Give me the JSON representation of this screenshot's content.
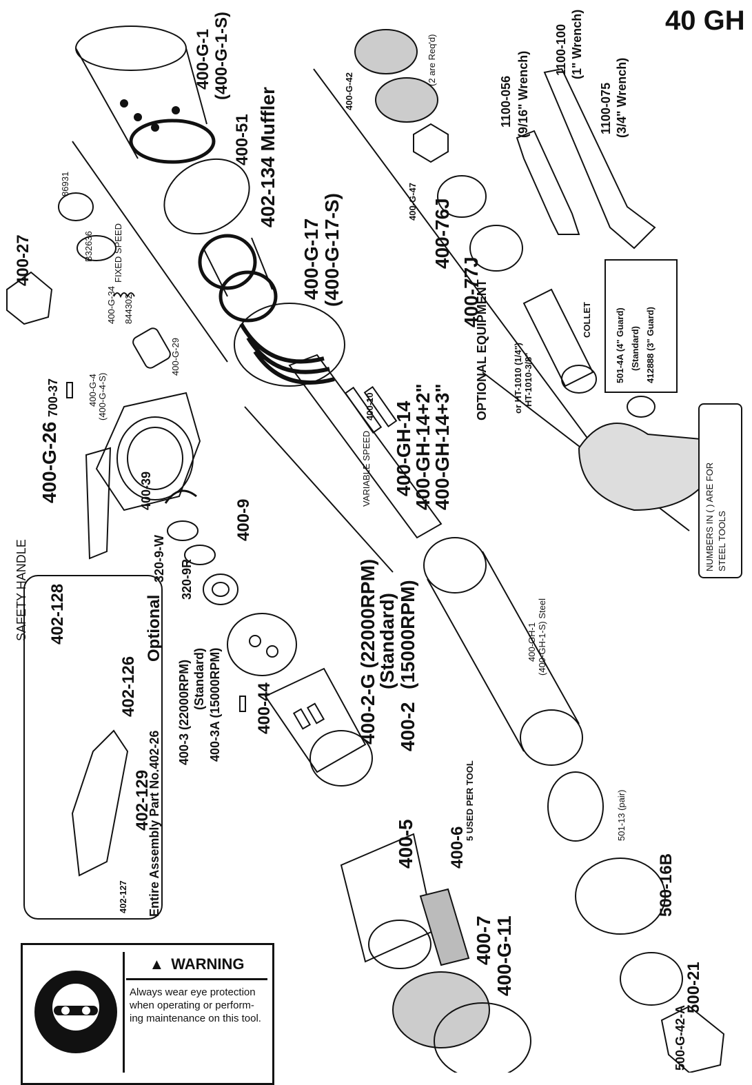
{
  "title": "40 GH",
  "parts": {
    "p400G1": "400-G-1",
    "p400G1S": "(400-G-1-S)",
    "p400_51": "400-51",
    "muffler": "402-134 Muffler",
    "p400G17": "400-G-17",
    "p400G17S": "(400-G-17-S)",
    "p400_27": "400-27",
    "p86931": "86931",
    "pB32636": "B32636",
    "fixed_speed": "FIXED SPEED",
    "p400G34": "400-G-34",
    "p844302": "844302",
    "p400G29": "400-G-29",
    "p400G4": "400-G-4",
    "p400G4S": "(400-G-4-S)",
    "p700_37": "700-37",
    "p400G26": "400-G-26",
    "p400_39": "400-39",
    "p320_9W": "320-9-W",
    "p320_9R": "320-9R",
    "p400_9": "400-9",
    "optional": "Optional",
    "variable_speed": "VARIABLE SPEED",
    "p400_10": "400-10",
    "p400GH14": "400-GH-14",
    "p400GH14_2": "400-GH-14+2\"",
    "p400GH14_3": "400-GH-14+3\"",
    "p400_2G": "400-2-G (22000RPM)",
    "standard": "(Standard)",
    "p400_2": "400-2",
    "rpm15000": "(15000RPM)",
    "p400GH1": "400-GH-1",
    "p400GH1S": "(400-GH-1-S) Steel",
    "p400_42": "400-G-42",
    "req2": "(2 are Req'd)",
    "p400G47": "400-G-47",
    "p400_76J": "400-76J",
    "p400_77J": "400-77J",
    "optional_equipment": "OPTIONAL EQUIPMENT",
    "ht1010": "or HT-1010 (1/4\")",
    "ht1010_38": "HT-1010-3/8\"",
    "collet": "COLLET",
    "w1100_056": "1100-056",
    "w1100_056d": "(9/16\" Wrench)",
    "w1100_100": "1100-100",
    "w1100_100d": "(1\" Wrench)",
    "w1100_075": "1100-075",
    "w1100_075d": "(3/4\" Wrench)",
    "g501_4A": "501-4A (4\" Guard)",
    "g_std": "(Standard)",
    "g412888": "412888 (3\" Guard)",
    "numbers_note": "NUMBERS IN ( ) ARE FOR",
    "steel_tools": "STEEL TOOLS",
    "safety_handle": "SAFETY HANDLE",
    "p402_128": "402-128",
    "p402_126": "402-126",
    "p402_129": "402-129",
    "p402_127": "402-127",
    "entire_assembly": "Entire Assembly Part No.402-26",
    "p400_3": "400-3 (22000RPM)",
    "p400_3std": "(Standard)",
    "p400_3A": "400-3A (15000RPM)",
    "p400_44": "400-44",
    "p400_5": "400-5",
    "p400_6": "400-6",
    "used5": "5 USED PER TOOL",
    "p400_7": "400-7",
    "p400G11": "400-G-11",
    "p501_13": "501-13 (pair)",
    "p500_16B": "500-16B",
    "p500_21": "500-21",
    "p500G42A": "500-G-42-A"
  },
  "warning": {
    "heading": "WARNING",
    "message": "Always wear eye protection when operating or perform-ing maintenance on this tool."
  }
}
